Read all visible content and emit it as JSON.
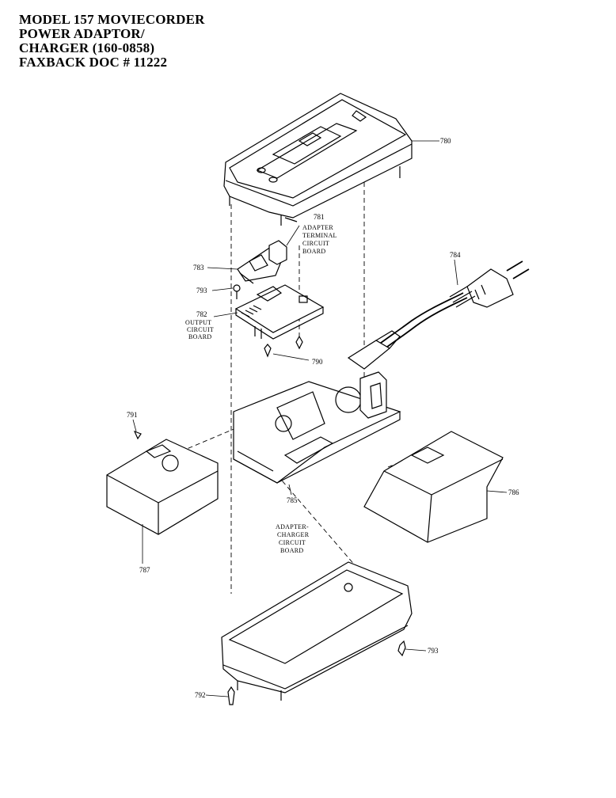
{
  "header": {
    "line1": "MODEL 157 MOVIECORDER",
    "line2": "POWER ADAPTOR/",
    "line3": "CHARGER  (160-0858)",
    "line4": "FAXBACK DOC # 11222"
  },
  "parts": {
    "p780": "780",
    "p781": "781",
    "p781_desc": [
      "ADAPTER",
      "TERMINAL",
      "CIRCUIT",
      "BOARD"
    ],
    "p783": "783",
    "p793a": "793",
    "p782": "782",
    "p782_desc": [
      "OUTPUT",
      "CIRCUIT",
      "BOARD"
    ],
    "p784": "784",
    "p790": "790",
    "p791": "791",
    "p785": "785",
    "p785_desc": [
      "ADAPTER-",
      "CHARGER",
      "CIRCUIT",
      "BOARD"
    ],
    "p786": "786",
    "p787": "787",
    "p793b": "793",
    "p792": "792"
  }
}
